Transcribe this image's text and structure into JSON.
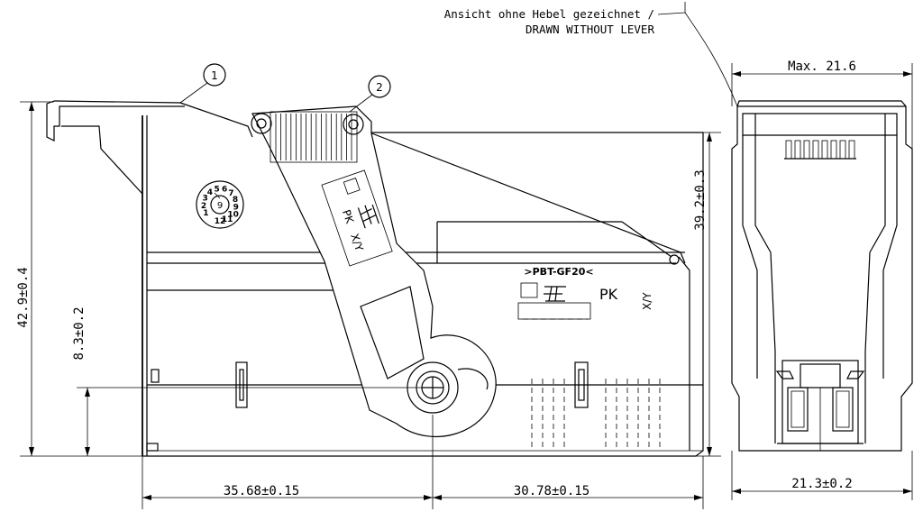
{
  "notes": {
    "line1": "Ansicht ohne Hebel gezeichnet /",
    "line2": "DRAWN WITHOUT LEVER"
  },
  "balloons": [
    "1",
    "2"
  ],
  "dimensions": {
    "height_overall": "42.9±0.4",
    "height_low": "8.3±0.2",
    "height_body": "39.2±0.3",
    "width_left": "35.68±0.15",
    "width_right": "30.78±0.15",
    "width_max": "Max. 21.6",
    "width_side": "21.3±0.2"
  },
  "markings": {
    "material": ">PBT-GF20<",
    "pk_body": "PK",
    "xy_body": "X/Y",
    "pk_lever": "PK",
    "xy_lever": "X/Y",
    "dial_digits": [
      "1",
      "2",
      "3",
      "4",
      "5",
      "6",
      "7",
      "8",
      "9",
      "10",
      "11",
      "12"
    ],
    "dial_inner": "9"
  }
}
